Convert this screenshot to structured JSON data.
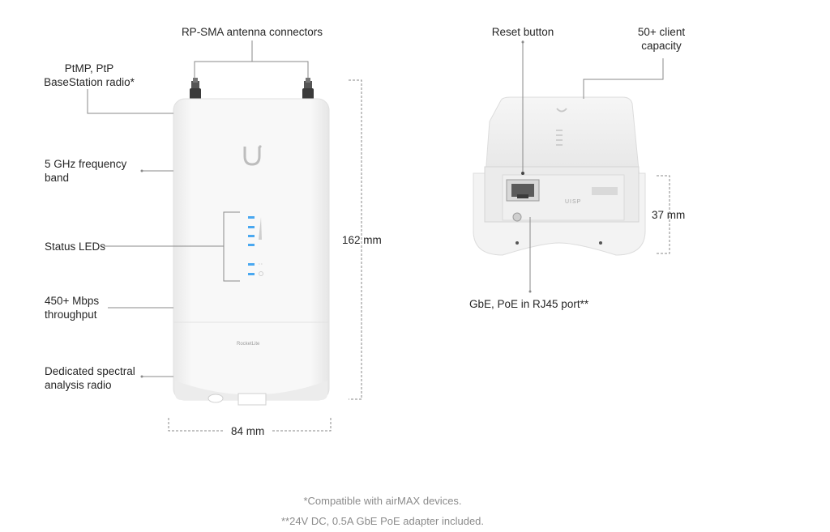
{
  "device_left": {
    "callouts": {
      "antenna_connectors": "RP-SMA antenna connectors",
      "basestation_radio": "PtMP, PtP\nBaseStation radio*",
      "frequency_band": "5 GHz frequency\nband",
      "status_leds": "Status LEDs",
      "throughput": "450+ Mbps\nthroughput",
      "spectral_radio": "Dedicated spectral\nanalysis radio"
    },
    "dimensions": {
      "height": "162 mm",
      "width": "84 mm"
    },
    "front_label": "RocketLite"
  },
  "device_right": {
    "callouts": {
      "reset_button": "Reset button",
      "client_capacity": "50+ client\ncapacity",
      "rj45_port": "GbE, PoE in RJ45 port**"
    },
    "dimensions": {
      "depth": "37 mm"
    },
    "panel_label": "UISP"
  },
  "footnotes": [
    "*Compatible with airMAX devices.",
    "**24V DC, 0.5A GbE PoE adapter included."
  ],
  "colors": {
    "led": "#4aa8f0",
    "line": "#8a8a8a",
    "device": "#f5f5f5"
  }
}
